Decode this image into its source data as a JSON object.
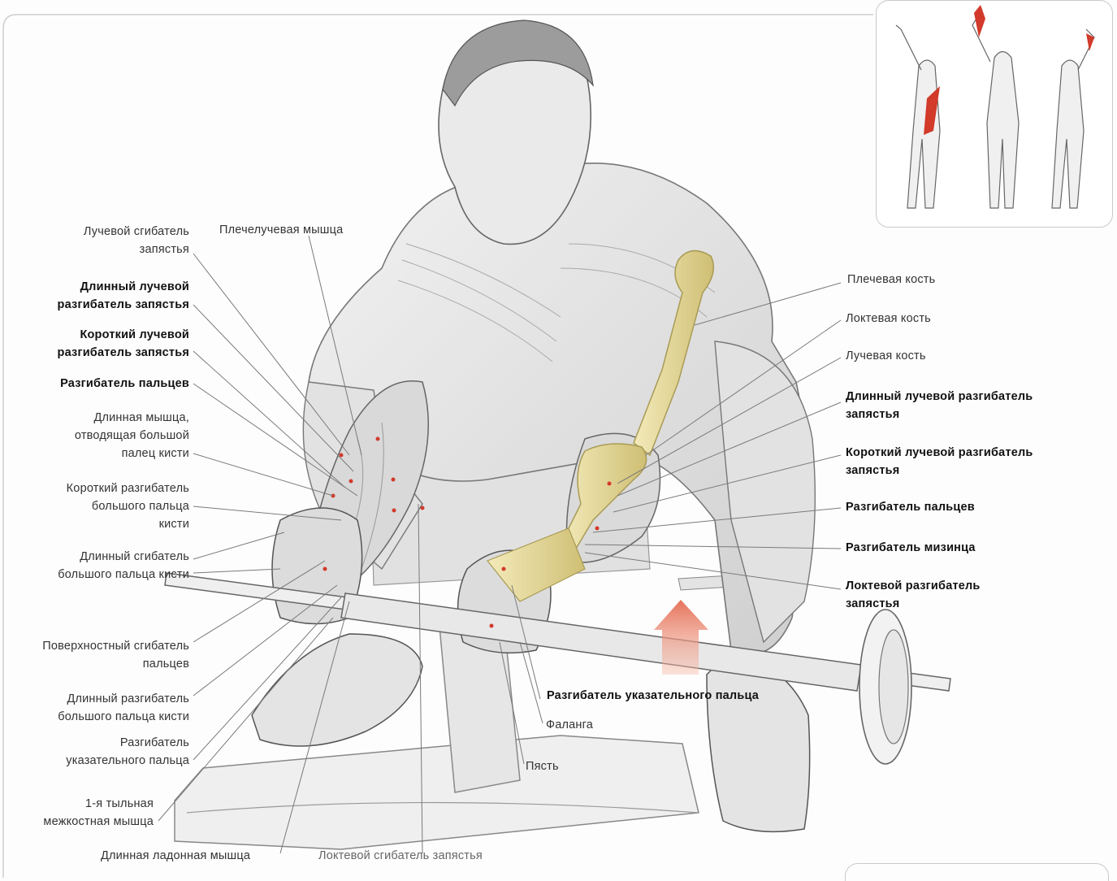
{
  "labels_left": [
    {
      "id": "l1",
      "text": "Лучевой сгибатель\nзапястья",
      "bold": false
    },
    {
      "id": "l2",
      "text": "Длинный лучевой\nразгибатель запястья",
      "bold": true
    },
    {
      "id": "l3",
      "text": "Короткий лучевой\nразгибатель запястья",
      "bold": true
    },
    {
      "id": "l4",
      "text": "Разгибатель пальцев",
      "bold": true
    },
    {
      "id": "l5",
      "text": "Длинная мышца,\nотводящая большой\nпалец кисти",
      "bold": false
    },
    {
      "id": "l6",
      "text": "Короткий разгибатель\nбольшого пальца\nкисти",
      "bold": false
    },
    {
      "id": "l7",
      "text": "Длинный сгибатель\nбольшого пальца кисти",
      "bold": false
    },
    {
      "id": "l8",
      "text": "Поверхностный сгибатель\nпальцев",
      "bold": false
    },
    {
      "id": "l9",
      "text": "Длинный разгибатель\nбольшого пальца кисти",
      "bold": false
    },
    {
      "id": "l10",
      "text": "Разгибатель\nуказательного пальца",
      "bold": false
    },
    {
      "id": "l11",
      "text": "1-я тыльная\nмежкостная мышца",
      "bold": false
    }
  ],
  "labels_top": [
    {
      "id": "t1",
      "text": "Плечелучевая мышца",
      "bold": false
    }
  ],
  "labels_bottom": [
    {
      "id": "b1",
      "text": "Длинная ладонная мышца",
      "bold": false
    },
    {
      "id": "b2",
      "text": "Локтевой сгибатель запястья",
      "bold": false
    },
    {
      "id": "b3",
      "text": "Разгибатель указательного пальца",
      "bold": true
    },
    {
      "id": "b4",
      "text": "Фаланга",
      "bold": false
    },
    {
      "id": "b5",
      "text": "Пясть",
      "bold": false
    }
  ],
  "labels_right": [
    {
      "id": "r1",
      "text": "Плечевая кость",
      "bold": false
    },
    {
      "id": "r2",
      "text": "Локтевая кость",
      "bold": false
    },
    {
      "id": "r3",
      "text": "Лучевая кость",
      "bold": false
    },
    {
      "id": "r4",
      "text": "Длинный лучевой разгибатель\nзапястья",
      "bold": true
    },
    {
      "id": "r5",
      "text": "Короткий лучевой разгибатель\nзапястья",
      "bold": true
    },
    {
      "id": "r6",
      "text": "Разгибатель пальцев",
      "bold": true
    },
    {
      "id": "r7",
      "text": "Разгибатель мизинца",
      "bold": true
    },
    {
      "id": "r8",
      "text": "Локтевой разгибатель\nзапястья",
      "bold": true
    }
  ],
  "colors": {
    "label_text": "#333333",
    "line": "#7a7a7a",
    "skin": "#e9e9e9",
    "muscle_shade": "#c8c8c8",
    "bone": "#e8dc9c",
    "bone_edge": "#a99b55",
    "arrow": "#e5725a",
    "muscle_highlight": "#d23a2a"
  }
}
